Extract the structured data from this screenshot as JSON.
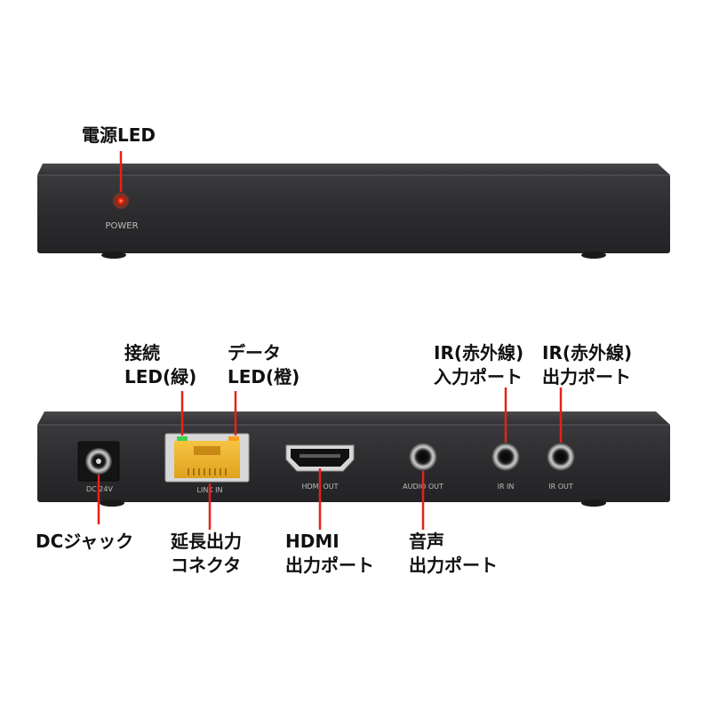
{
  "callouts": {
    "power_led": "電源LED",
    "link_led_line1": "接続",
    "link_led_line2": "LED(緑)",
    "data_led_line1": "データ",
    "data_led_line2": "LED(橙)",
    "ir_in_line1": "IR(赤外線)",
    "ir_in_line2": "入力ポート",
    "ir_out_line1": "IR(赤外線)",
    "ir_out_line2": "出力ポート",
    "dc_jack": "DCジャック",
    "lan_line1": "延長出力",
    "lan_line2": "コネクタ",
    "hdmi_line1": "HDMI",
    "hdmi_line2": "出力ポート",
    "audio_line1": "音声",
    "audio_line2": "出力ポート"
  },
  "device_labels": {
    "power": "POWER",
    "dc": "DC 24V",
    "link_in": "LINK IN",
    "hdmi_out": "HDMI OUT",
    "audio_out": "AUDIO OUT",
    "ir_in": "IR IN",
    "ir_out": "IR OUT"
  },
  "colors": {
    "leader_line": "#e8201a",
    "device_body": "#2b2b2d",
    "led_red": "#ff2a10",
    "label_text": "#111111"
  }
}
